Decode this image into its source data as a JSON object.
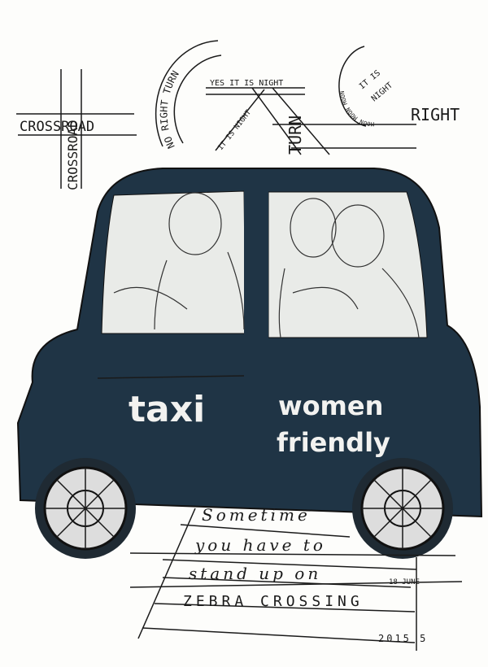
{
  "signs": {
    "crossroad_horizontal": "CROSSROAD",
    "crossroad_vertical": "CROSSROAD",
    "no_right_turn": "NO RIGHT TURN",
    "yes_it_is_night": "YES IT IS NIGHT",
    "it_is_night_diagonal": "IT IS NIGHT",
    "turn": "TURN",
    "right_mirrored": "RIGHT",
    "moon_arc": "MOON MOON MOON",
    "it_is": "IT IS",
    "night": "NIGHT"
  },
  "car": {
    "label_taxi": "taxi",
    "label_women": "women",
    "label_friendly": "friendly",
    "body_color": "#1f3445"
  },
  "caption": {
    "line1": "Sometime",
    "line2": "you have to",
    "line3": "stand up on",
    "line4": "ZEBRA CROSSING",
    "date": "18 JUNE",
    "year": "2015 5"
  }
}
